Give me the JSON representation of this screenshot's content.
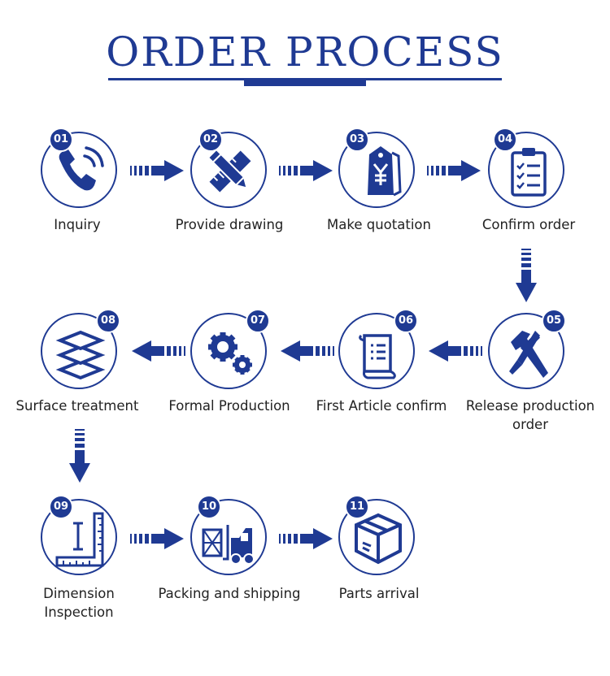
{
  "title": "ORDER PROCESS",
  "colors": {
    "accent": "#1f3a93",
    "text": "#222222",
    "background": "#ffffff"
  },
  "steps": [
    {
      "num": "01",
      "label": "Inquiry",
      "icon": "phone-icon"
    },
    {
      "num": "02",
      "label": "Provide drawing",
      "icon": "pencil-ruler-icon"
    },
    {
      "num": "03",
      "label": "Make quotation",
      "icon": "price-tag-icon"
    },
    {
      "num": "04",
      "label": "Confirm order",
      "icon": "clipboard-checklist-icon"
    },
    {
      "num": "05",
      "label": "Release production order",
      "icon": "hammer-screwdriver-icon"
    },
    {
      "num": "06",
      "label": "First Article confirm",
      "icon": "scroll-document-icon"
    },
    {
      "num": "07",
      "label": "Formal Production",
      "icon": "gears-icon"
    },
    {
      "num": "08",
      "label": "Surface treatment",
      "icon": "layers-icon"
    },
    {
      "num": "09",
      "label": "Dimension Inspection",
      "icon": "measuring-square-icon"
    },
    {
      "num": "10",
      "label": "Packing and shipping",
      "icon": "forklift-icon"
    },
    {
      "num": "11",
      "label": "Parts arrival",
      "icon": "package-box-icon"
    }
  ]
}
